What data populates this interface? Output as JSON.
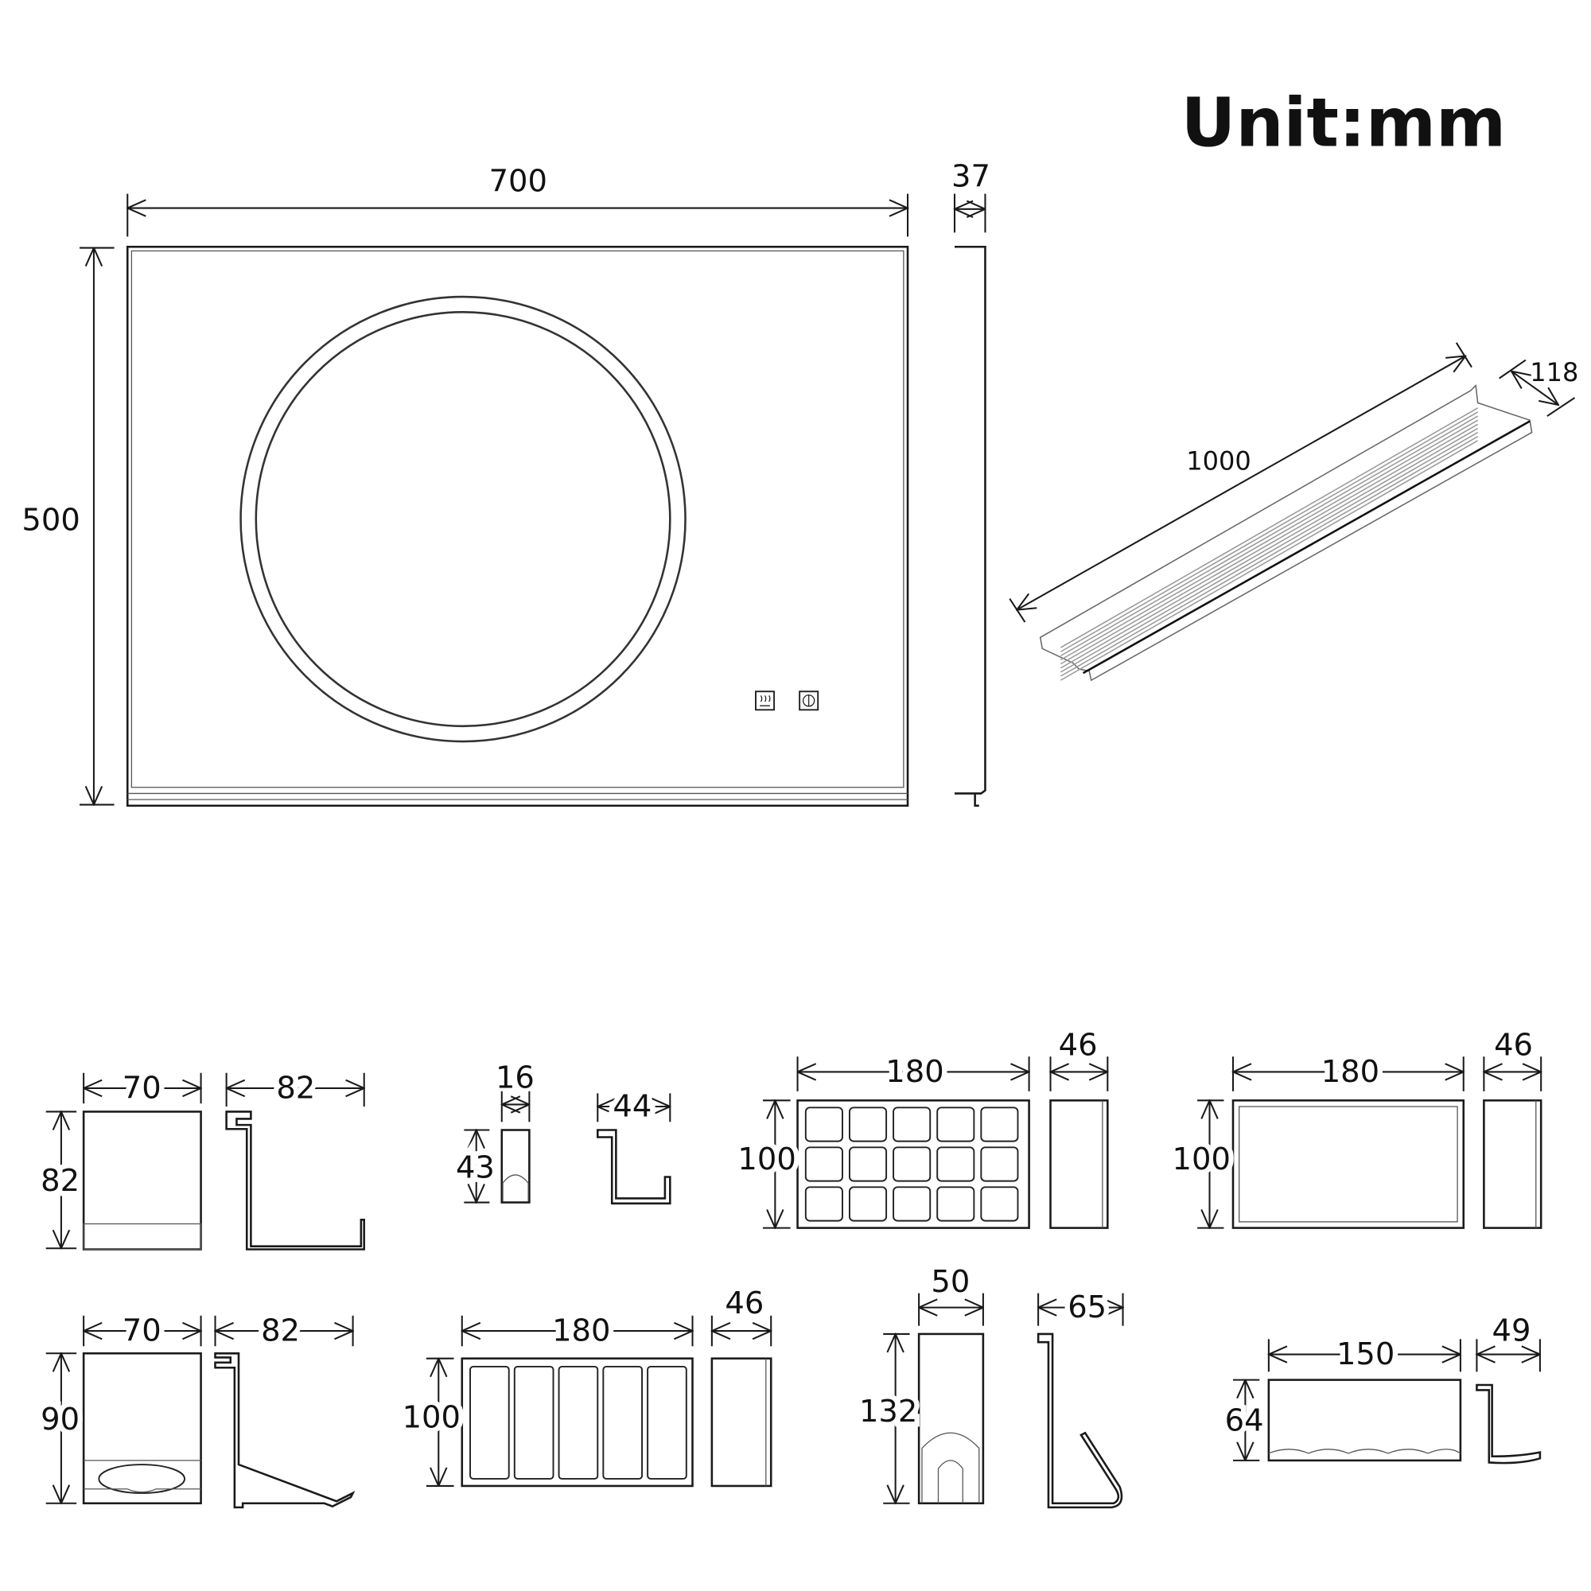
{
  "unit_label": "Unit:mm",
  "mirror": {
    "width": "700",
    "height": "500",
    "depth": "37"
  },
  "shelf": {
    "length": "1000",
    "depth": "118"
  },
  "accessories": {
    "cup_holder": {
      "width": "70",
      "height": "82",
      "depth": "82"
    },
    "hook": {
      "width": "16",
      "height": "43",
      "depth": "44"
    },
    "grid_tray": {
      "width": "180",
      "height": "100",
      "depth": "46"
    },
    "plain_tray": {
      "width": "180",
      "height": "100",
      "depth": "46"
    },
    "tumbler_holder": {
      "width": "70",
      "height": "90",
      "depth": "82"
    },
    "slot_tray": {
      "width": "180",
      "height": "100",
      "depth": "46"
    },
    "hair_dryer_holder": {
      "width": "50",
      "height": "132",
      "depth": "65"
    },
    "brush_holder": {
      "width": "150",
      "height": "64",
      "depth": "49"
    }
  },
  "icons": [
    "defog-icon",
    "power-touch-icon"
  ]
}
